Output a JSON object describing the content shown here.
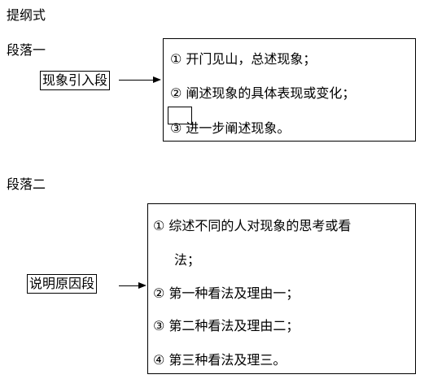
{
  "title": "提纲式",
  "section1": {
    "heading": "段落一",
    "label": "现象引入段",
    "items": [
      "①  开门见山，总述现象；",
      "②  阐述现象的具体表现或变化；",
      "③  进一步阐述现象。"
    ]
  },
  "section2": {
    "heading": "段落二",
    "label": "说明原因段",
    "items": [
      "①  综述不同的人对现象的思考或看",
      "法；",
      "②  第一种看法及理由一；",
      "③  第二种看法及理由二；",
      "④  第三种看法及理三。"
    ]
  }
}
